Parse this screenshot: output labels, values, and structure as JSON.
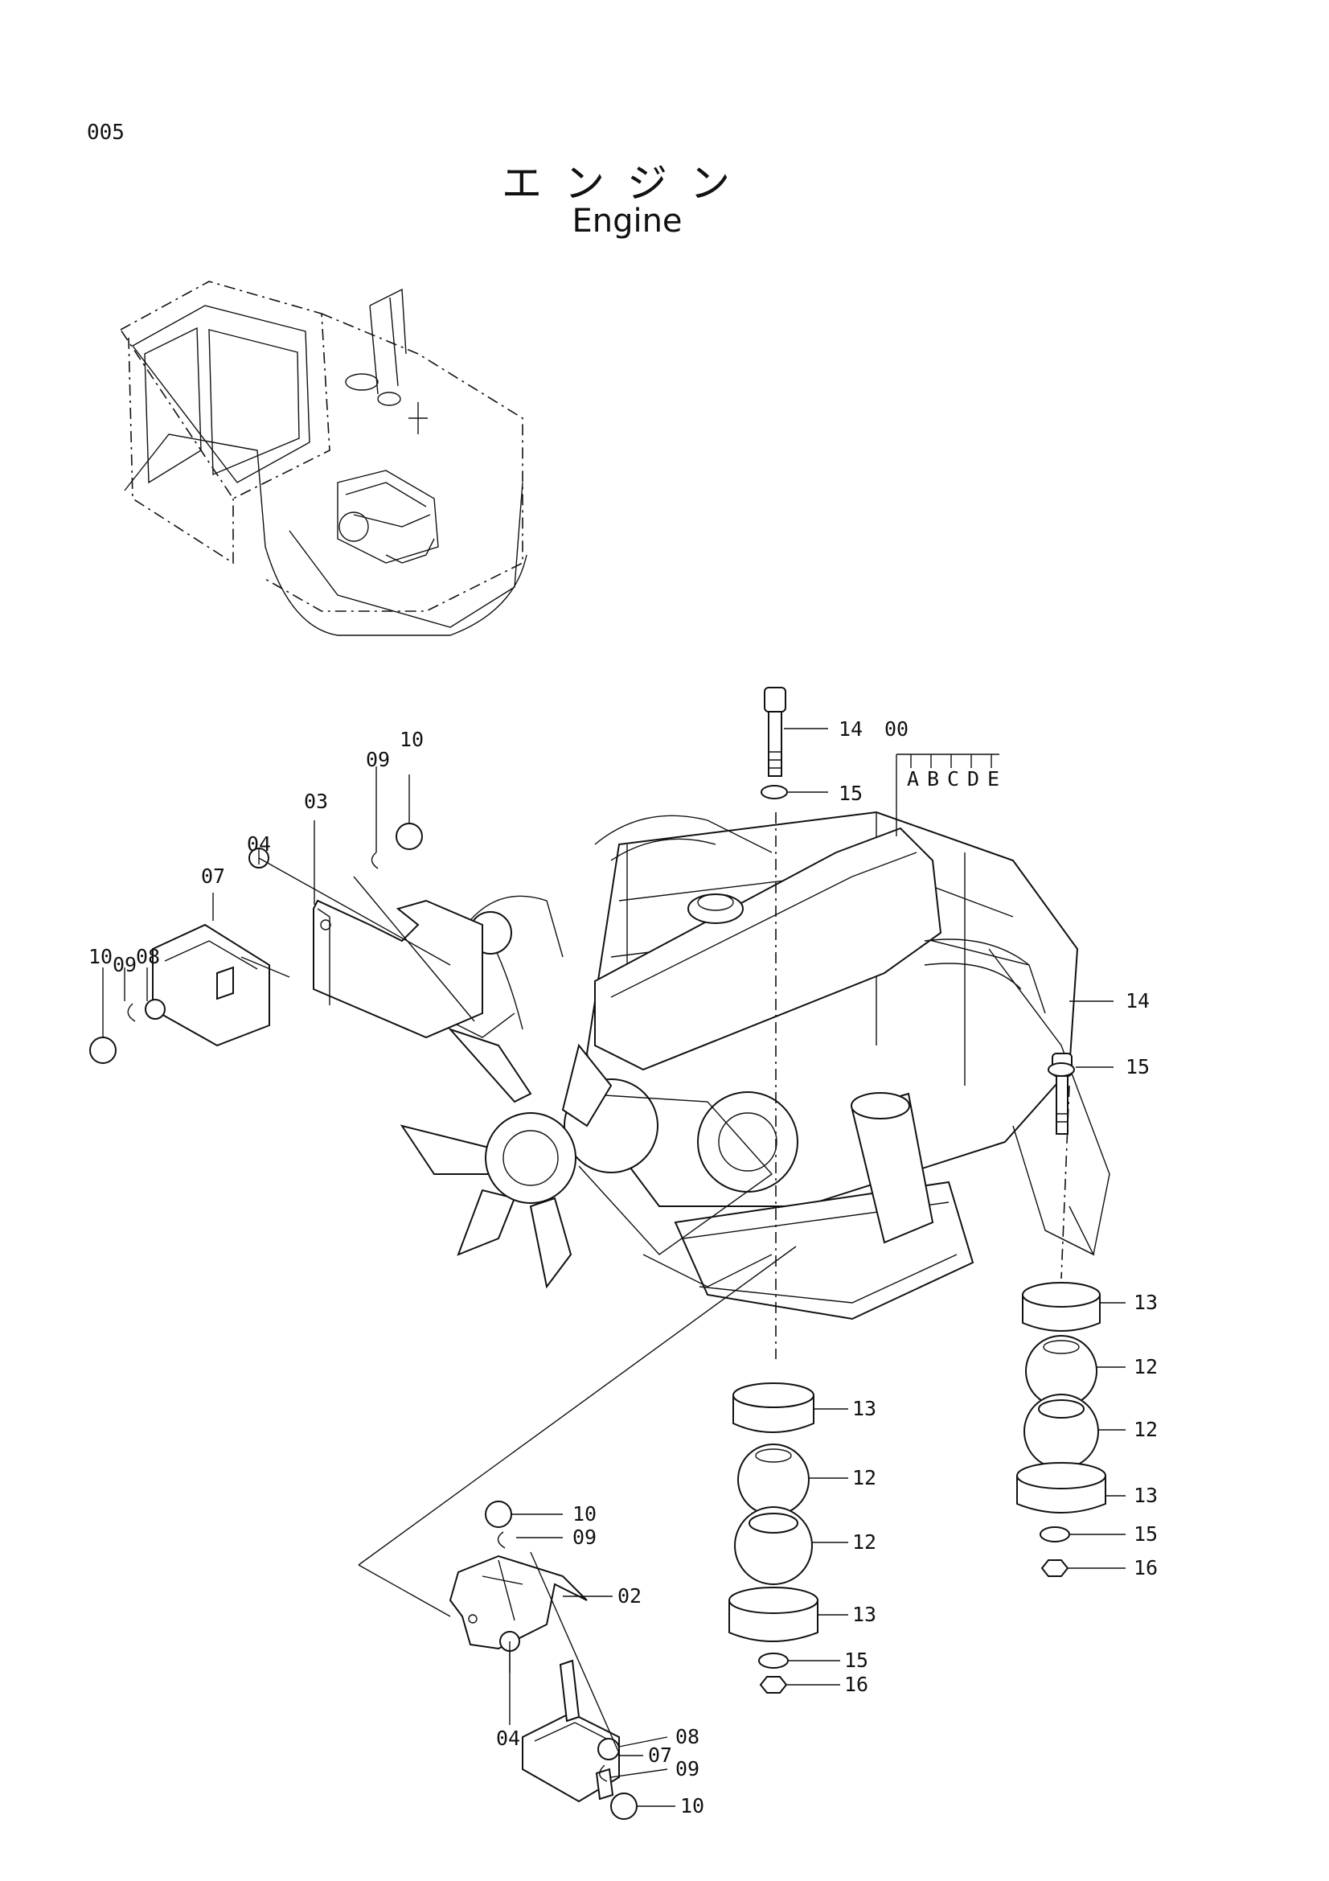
{
  "page": {
    "code": "005",
    "title_jp": "エンジン",
    "title_en": "Engine"
  },
  "engine_variants": [
    "A",
    "B",
    "C",
    "D",
    "E"
  ],
  "callouts": {
    "engine_assy": "00",
    "bracket_right": "02",
    "bracket_left": "03",
    "bolt_left": "04",
    "bolt_right": "04",
    "mount_left": "07",
    "mount_right": "07",
    "washer08_left": "08",
    "washer08_right": "08",
    "washer09_left_top": "09",
    "washer09_left_bottom": "09",
    "washer09_right_top": "09",
    "washer09_right_bottom": "09",
    "nut10_left_top": "10",
    "nut10_left_bottom": "10",
    "nut10_right_top": "10",
    "nut10_right_bottom": "10",
    "bolt14_front": "14",
    "bolt14_rear": "14",
    "washer15_front_top": "15",
    "washer15_rear_top": "15",
    "washer15_front_bottom": "15",
    "washer15_rear_bottom": "15",
    "rubber13_front_1": "13",
    "rubber13_front_2": "13",
    "rubber13_rear_1": "13",
    "rubber13_rear_2": "13",
    "rubber12_front_1": "12",
    "rubber12_front_2": "12",
    "rubber12_rear_1": "12",
    "rubber12_rear_2": "12",
    "nut16_front": "16",
    "nut16_rear": "16"
  }
}
